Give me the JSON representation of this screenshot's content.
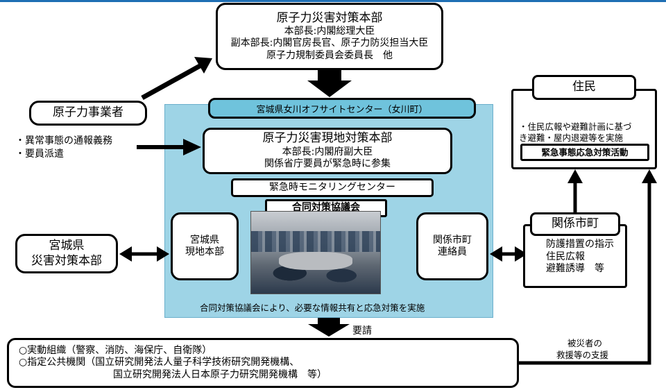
{
  "hq": {
    "title": "原子力災害対策本部",
    "line1": "本部長:内閣総理大臣",
    "line2": "副本部長:内閣官房長官、原子力防災担当大臣",
    "line3": "原子力規制委員会委員長　他"
  },
  "operator": {
    "title": "原子力事業者",
    "item1": "・異常事態の通報義務",
    "item2": "・要員派遣"
  },
  "offsite_center": {
    "label": "宮城県女川オフサイトセンター（女川町）"
  },
  "local_hq": {
    "title": "原子力災害現地対策本部",
    "line1": "本部長:内閣府副大臣",
    "line2": "関係省庁要員が緊急時に参集"
  },
  "monitoring": {
    "label": "緊急時モニタリングセンター"
  },
  "council": {
    "title": "合同対策協議会",
    "caption": "合同対策協議会により、必要な情報共有と応急対策を実施"
  },
  "pref_local": {
    "line1": "宮城県",
    "line2": "現地本部"
  },
  "muni_liaison": {
    "line1": "関係市町",
    "line2": "連絡員"
  },
  "pref_hq": {
    "line1": "宮城県",
    "line2": "災害対策本部"
  },
  "residents": {
    "title": "住民",
    "line1": "・住民広報や避難計画に基づ",
    "line2": "き避難・屋内退避等を実施",
    "activity": "緊急事態応急対策活動"
  },
  "municipalities": {
    "title": "関係市町",
    "line1": "防護措置の指示",
    "line2": "住民広報",
    "line3": "避難誘導　等"
  },
  "request_label": "要請",
  "support_label": {
    "line1": "被災者の",
    "line2": "救援等の支援"
  },
  "orgs": {
    "line1": "○実動組織（警察、消防、海保庁、自衛隊）",
    "line2": "○指定公共機関（国立研究開発法人量子科学技術研究開発機構、",
    "line3": "国立研究開発法人日本原子力研究開発機構　等）"
  },
  "colors": {
    "accent_line": "#1f6fb4",
    "panel_fill": "#9ed4e6",
    "bar_fill": "#6fc3dc"
  }
}
